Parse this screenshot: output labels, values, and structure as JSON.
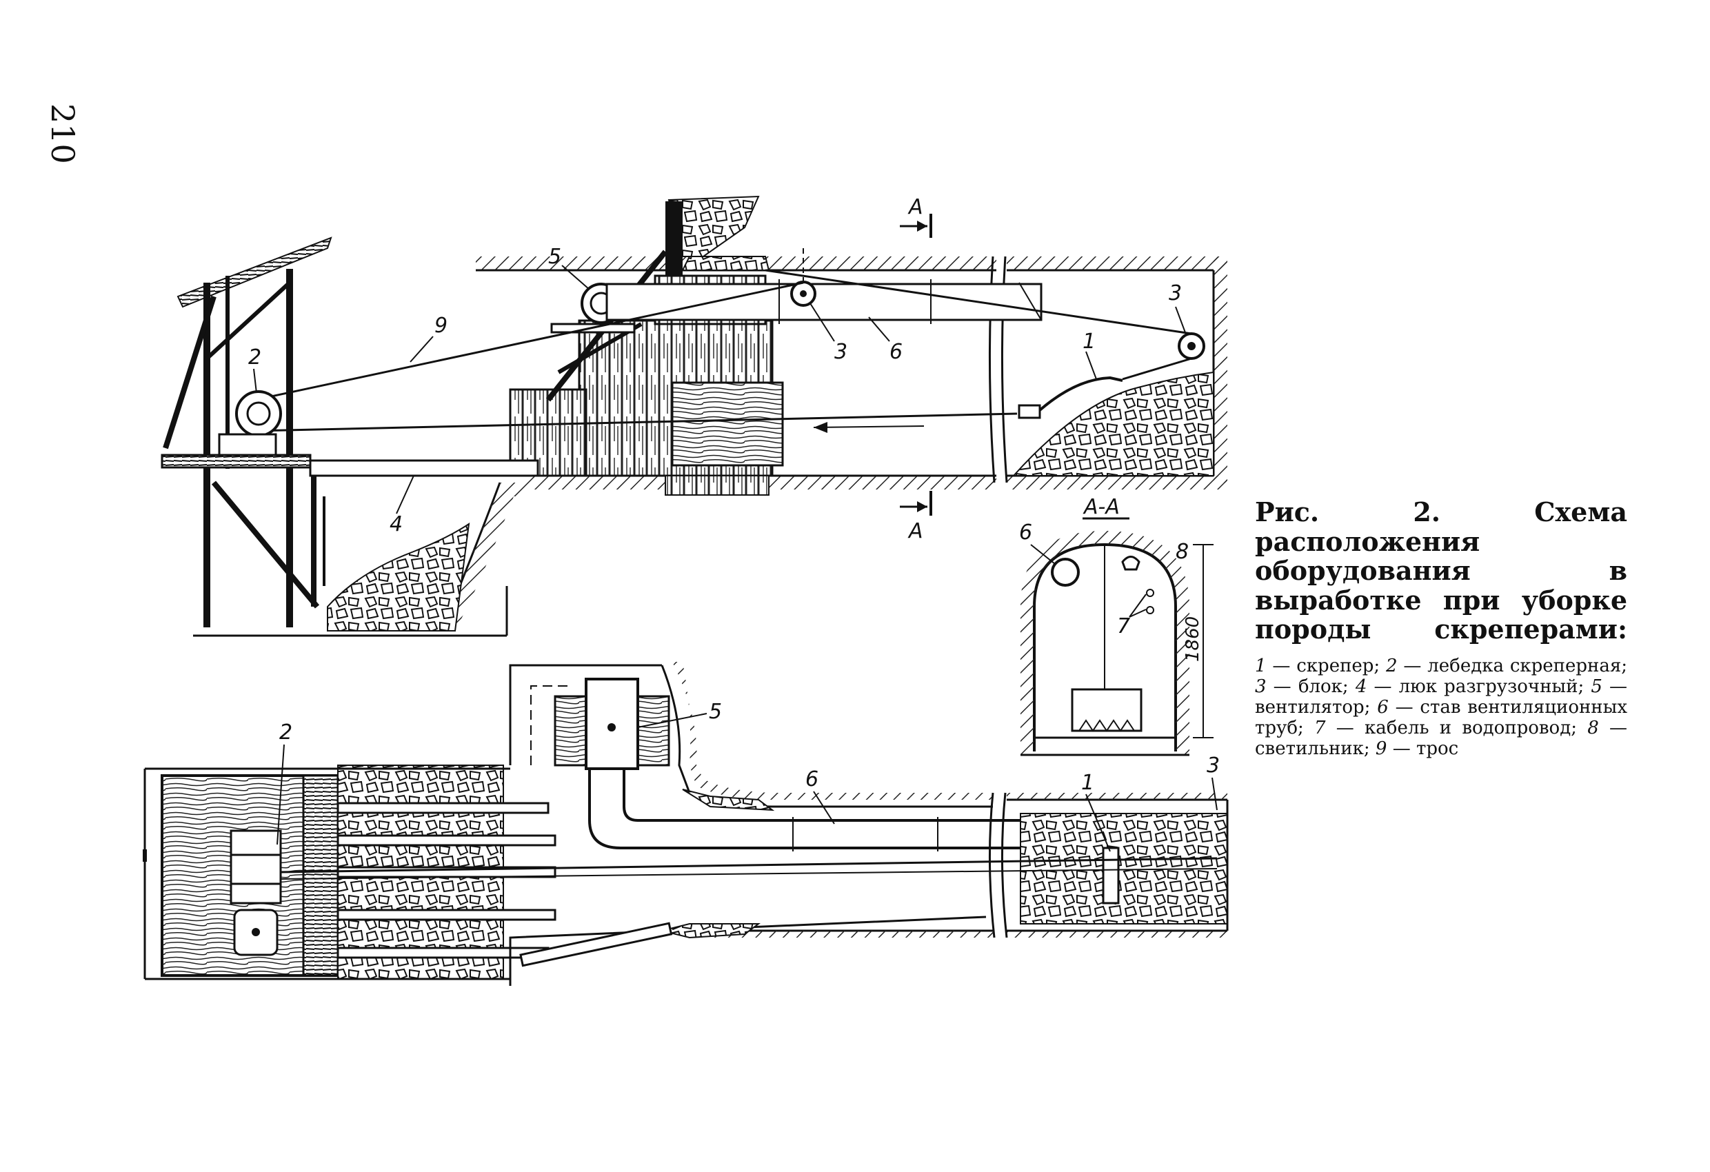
{
  "page": {
    "number": "210"
  },
  "callouts": {
    "scraper": "1",
    "winch": "2",
    "pulley": "3",
    "hatch": "4",
    "fan": "5",
    "duct": "6",
    "cable": "7",
    "lamp": "8",
    "rope": "9"
  },
  "section": {
    "mark": "A",
    "name": "А-А",
    "height": "1860"
  },
  "caption": {
    "title": "Рис. 2. Схема расположения оборудования в выработке при уборке породы скреперами:",
    "items": [
      {
        "n": "1",
        "text": "скрепер;"
      },
      {
        "n": "2",
        "text": "лебедка скреперная;"
      },
      {
        "n": "3",
        "text": "блок;"
      },
      {
        "n": "4",
        "text": "люк разгрузочный;"
      },
      {
        "n": "5",
        "text": "вентилятор;"
      },
      {
        "n": "6",
        "text": "став вентиляционных труб;"
      },
      {
        "n": "7",
        "text": "кабель и водопровод;"
      },
      {
        "n": "8",
        "text": "светильник;"
      },
      {
        "n": "9",
        "text": "трос"
      }
    ]
  }
}
